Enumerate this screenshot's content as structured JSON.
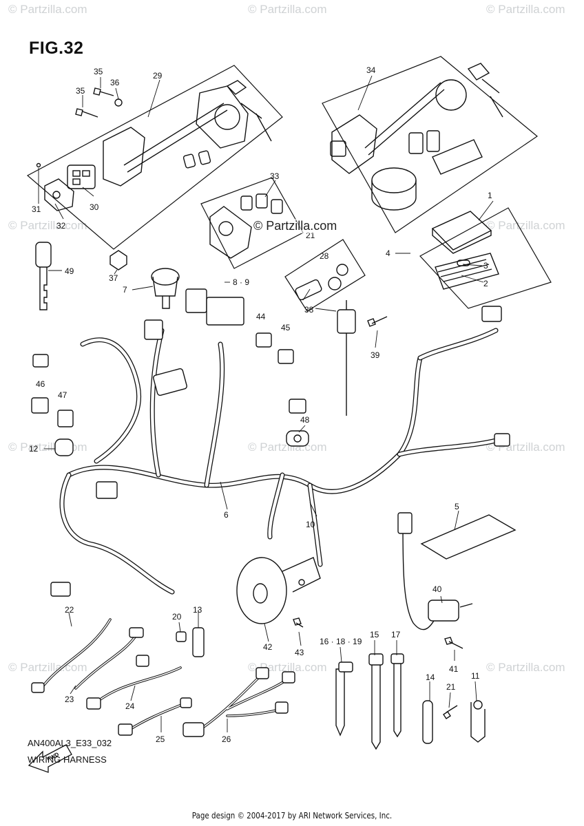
{
  "figure": {
    "title": "FIG.32",
    "diagram_code": "AN400AL3_E33_032",
    "diagram_name": "WIRING HARNESS",
    "footer": "Page design © 2004-2017 by ARI Network Services, Inc.",
    "center_brand": "© Partzilla.com",
    "watermark": "© Partzilla.com",
    "fwd_label": "FWD"
  },
  "callouts": [
    {
      "id": "c1",
      "label": "1"
    },
    {
      "id": "c2",
      "label": "2"
    },
    {
      "id": "c3",
      "label": "3"
    },
    {
      "id": "c4",
      "label": "4"
    },
    {
      "id": "c5",
      "label": "5"
    },
    {
      "id": "c6",
      "label": "6"
    },
    {
      "id": "c7",
      "label": "7"
    },
    {
      "id": "c89",
      "label": "8 · 9"
    },
    {
      "id": "c10",
      "label": "10"
    },
    {
      "id": "c11",
      "label": "11"
    },
    {
      "id": "c12",
      "label": "12"
    },
    {
      "id": "c13",
      "label": "13"
    },
    {
      "id": "c14",
      "label": "14"
    },
    {
      "id": "c15",
      "label": "15"
    },
    {
      "id": "c161819",
      "label": "16 · 18 · 19"
    },
    {
      "id": "c17",
      "label": "17"
    },
    {
      "id": "c20",
      "label": "20"
    },
    {
      "id": "c21a",
      "label": "21"
    },
    {
      "id": "c21b",
      "label": "21"
    },
    {
      "id": "c22",
      "label": "22"
    },
    {
      "id": "c23",
      "label": "23"
    },
    {
      "id": "c24",
      "label": "24"
    },
    {
      "id": "c25",
      "label": "25"
    },
    {
      "id": "c26",
      "label": "26"
    },
    {
      "id": "c28",
      "label": "28"
    },
    {
      "id": "c29",
      "label": "29"
    },
    {
      "id": "c30",
      "label": "30"
    },
    {
      "id": "c31",
      "label": "31"
    },
    {
      "id": "c32",
      "label": "32"
    },
    {
      "id": "c33",
      "label": "33"
    },
    {
      "id": "c34",
      "label": "34"
    },
    {
      "id": "c35a",
      "label": "35"
    },
    {
      "id": "c35b",
      "label": "35"
    },
    {
      "id": "c36",
      "label": "36"
    },
    {
      "id": "c37",
      "label": "37"
    },
    {
      "id": "c38",
      "label": "38"
    },
    {
      "id": "c39",
      "label": "39"
    },
    {
      "id": "c40",
      "label": "40"
    },
    {
      "id": "c41",
      "label": "41"
    },
    {
      "id": "c42",
      "label": "42"
    },
    {
      "id": "c43",
      "label": "43"
    },
    {
      "id": "c44",
      "label": "44"
    },
    {
      "id": "c45",
      "label": "45"
    },
    {
      "id": "c46",
      "label": "46"
    },
    {
      "id": "c47",
      "label": "47"
    },
    {
      "id": "c48",
      "label": "48"
    },
    {
      "id": "c49",
      "label": "49"
    }
  ]
}
